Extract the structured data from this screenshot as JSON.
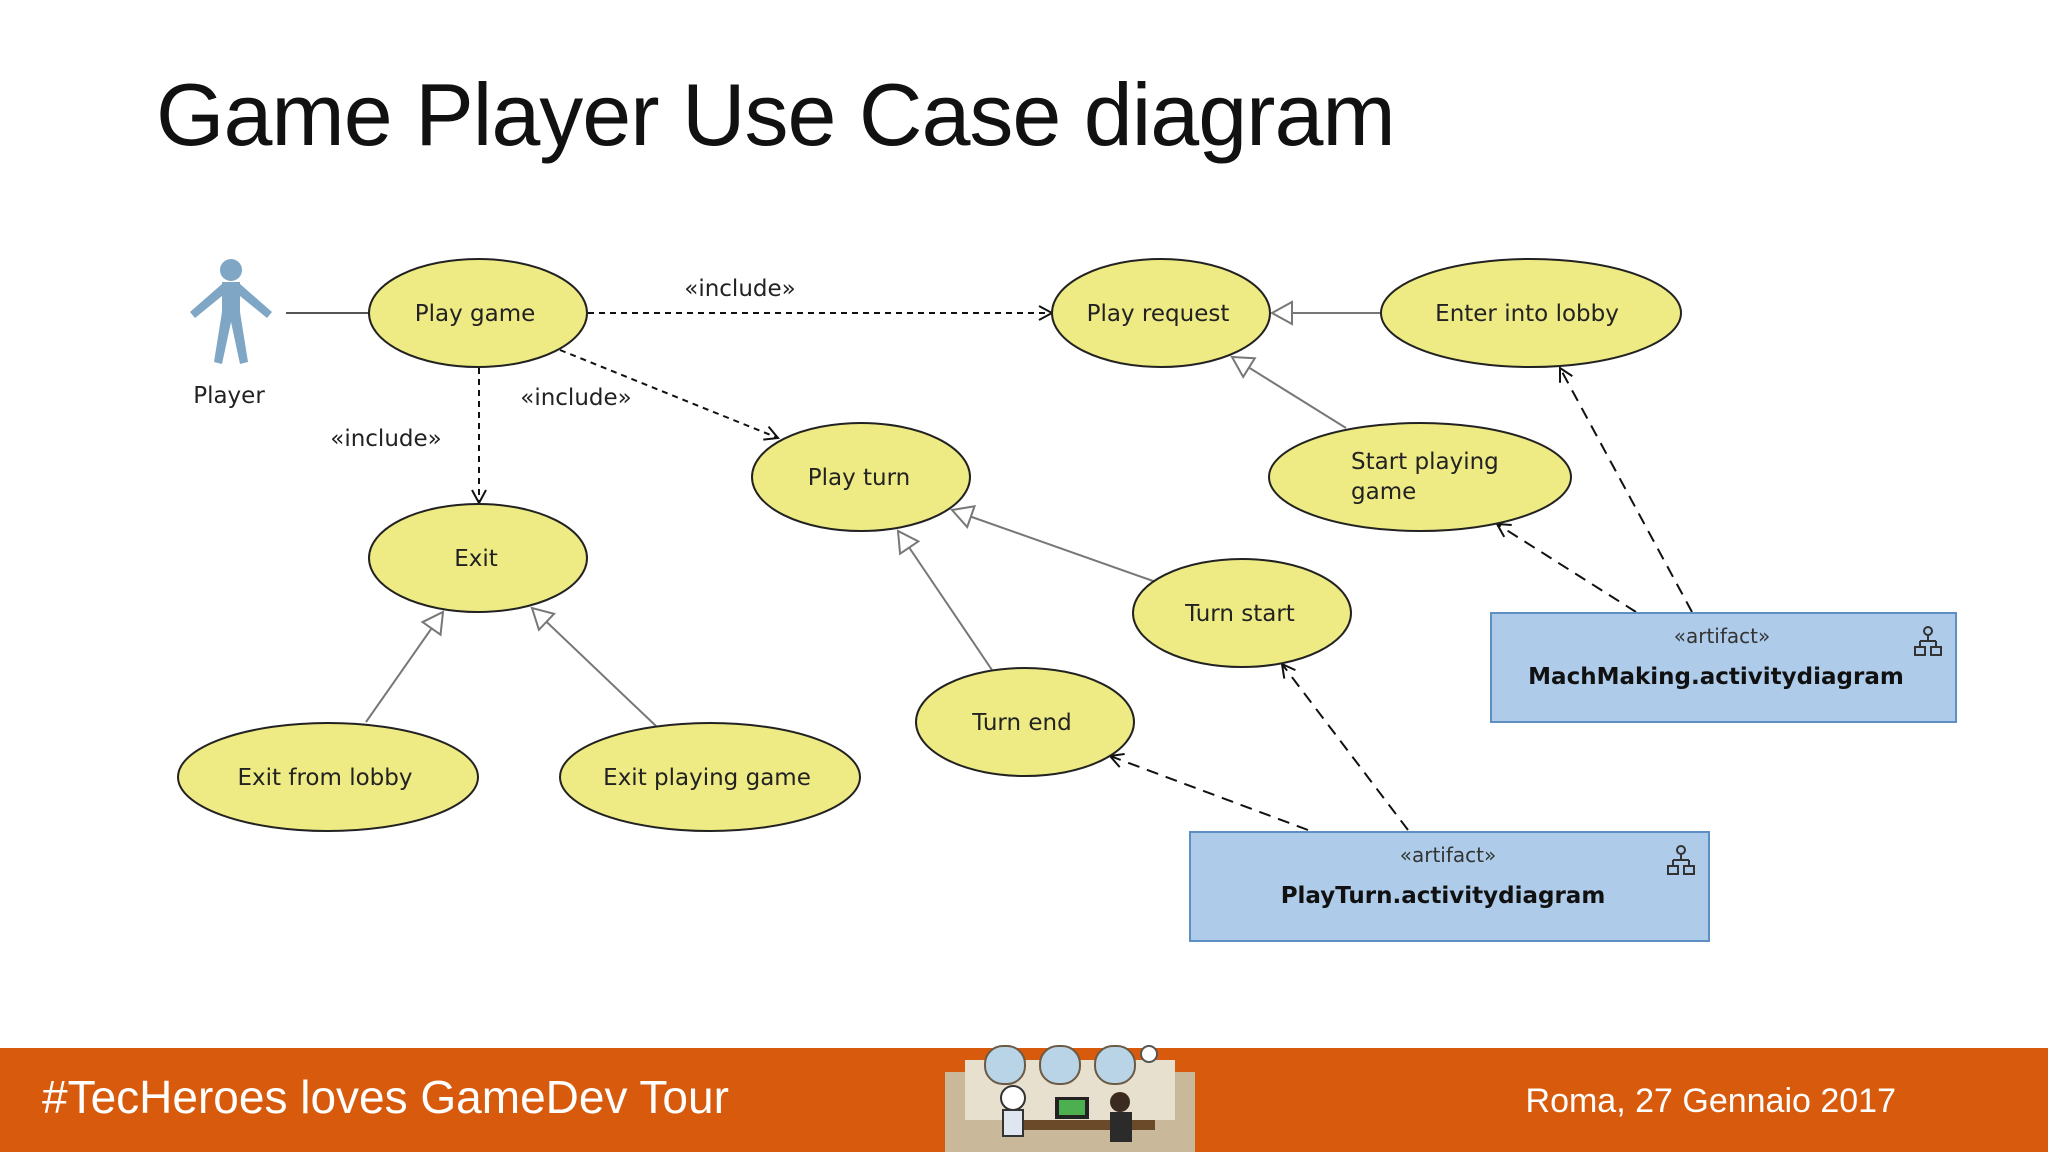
{
  "slide": {
    "title": "Game Player Use Case diagram"
  },
  "actor": {
    "label": "Player"
  },
  "use_cases": {
    "play_game": "Play game",
    "play_request": "Play request",
    "enter_lobby": "Enter into lobby",
    "start_playing_line1": "Start playing",
    "start_playing_line2": "game",
    "play_turn": "Play turn",
    "exit": "Exit",
    "turn_start": "Turn start",
    "turn_end": "Turn end",
    "exit_from_lobby": "Exit from lobby",
    "exit_playing_game": "Exit playing game"
  },
  "relations": {
    "include_play_request": "«include»",
    "include_play_turn": "«include»",
    "include_exit": "«include»"
  },
  "artifacts": {
    "matchmaking": {
      "stereotype": "«artifact»",
      "name": "MachMaking.activitydiagram"
    },
    "playturn": {
      "stereotype": "«artifact»",
      "name": "PlayTurn.activitydiagram"
    }
  },
  "footer": {
    "left": "#TecHeroes loves GameDev Tour",
    "right": "Roma, 27 Gennaio 2017"
  },
  "colors": {
    "usecase_fill": "#eeeb84",
    "artifact_fill": "#aecbea",
    "actor": "#7fa6c4",
    "footer_bg": "#d85a0c"
  }
}
